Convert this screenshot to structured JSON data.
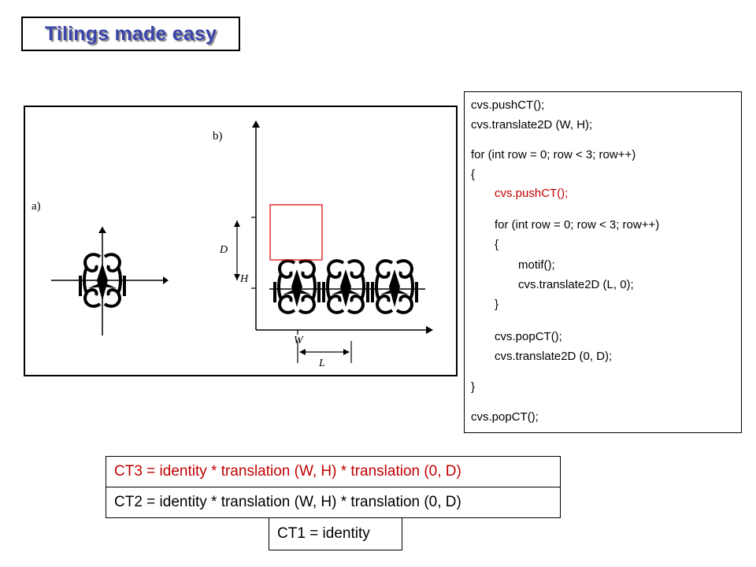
{
  "title": "Tilings made easy",
  "figure": {
    "label_a": "a)",
    "label_b": "b)",
    "label_D": "D",
    "label_H": "H",
    "label_W": "W",
    "label_L": "L"
  },
  "code": {
    "lines": [
      "cvs.pushCT();",
      "cvs.translate2D (W, H);",
      "for (int row = 0; row < 3; row++)",
      "{",
      "cvs.pushCT();",
      "for (int row = 0; row < 3; row++)",
      "{",
      "motif();",
      "cvs.translate2D (L, 0);",
      "}",
      "cvs.popCT();",
      "cvs.translate2D (0, D);",
      "}",
      "cvs.popCT();"
    ]
  },
  "ct_stack": {
    "ct3": "CT3 = identity * translation (W, H) * translation (0, D)",
    "ct2": "CT2 = identity * translation (W, H) * translation (0, D)",
    "ct1": "CT1 = identity"
  },
  "colors": {
    "title": "#3a44aa",
    "highlight": "#c00000"
  }
}
